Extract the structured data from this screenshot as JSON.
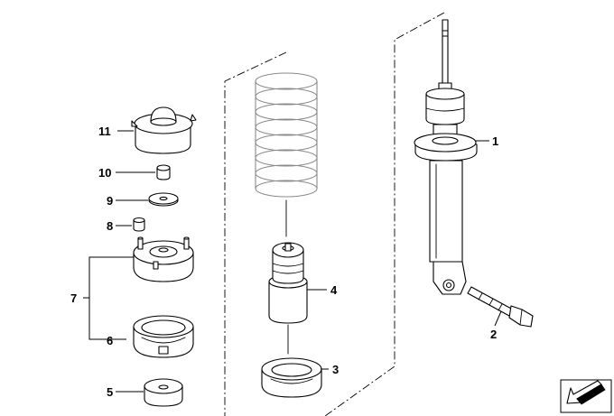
{
  "diagram": {
    "callouts": [
      {
        "id": "11",
        "label": "11"
      },
      {
        "id": "10",
        "label": "10"
      },
      {
        "id": "9",
        "label": "9"
      },
      {
        "id": "8",
        "label": "8"
      },
      {
        "id": "7",
        "label": "7"
      },
      {
        "id": "6",
        "label": "6"
      },
      {
        "id": "5",
        "label": "5"
      },
      {
        "id": "4",
        "label": "4"
      },
      {
        "id": "3",
        "label": "3"
      },
      {
        "id": "2",
        "label": "2"
      },
      {
        "id": "1",
        "label": "1"
      }
    ],
    "icons": {
      "nav": "direction-arrow-icon"
    }
  }
}
